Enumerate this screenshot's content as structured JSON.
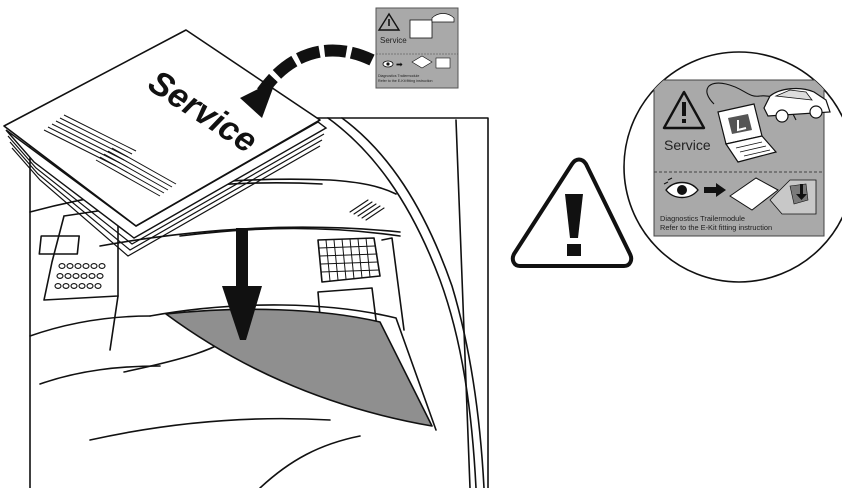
{
  "booklet": {
    "title": "Service"
  },
  "sticker": {
    "service_label": "Service",
    "caption_line1": "Diagnostics Trailermodule",
    "caption_line2": "Refer to the E-Kit fitting instruction"
  },
  "icons": {
    "warning": "warning-triangle-icon",
    "eye": "eye-icon",
    "arrow": "right-arrow-icon",
    "laptop": "laptop-icon",
    "car": "car-icon",
    "download_arrow": "down-arrow-icon"
  },
  "colors": {
    "sticker_bg": "#a9a9a9",
    "glovebox_lid": "#8f8f8f",
    "line": "#111111"
  }
}
